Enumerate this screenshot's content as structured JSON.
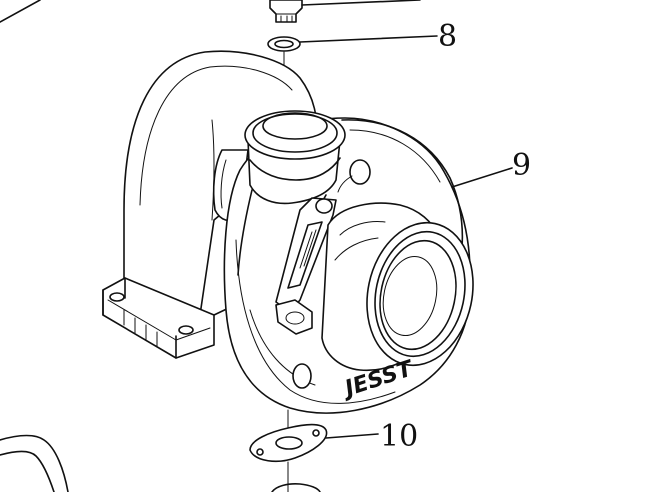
{
  "callouts": {
    "part_8": "8",
    "part_9": "9",
    "part_10": "10"
  },
  "brand_mark": "JESST"
}
